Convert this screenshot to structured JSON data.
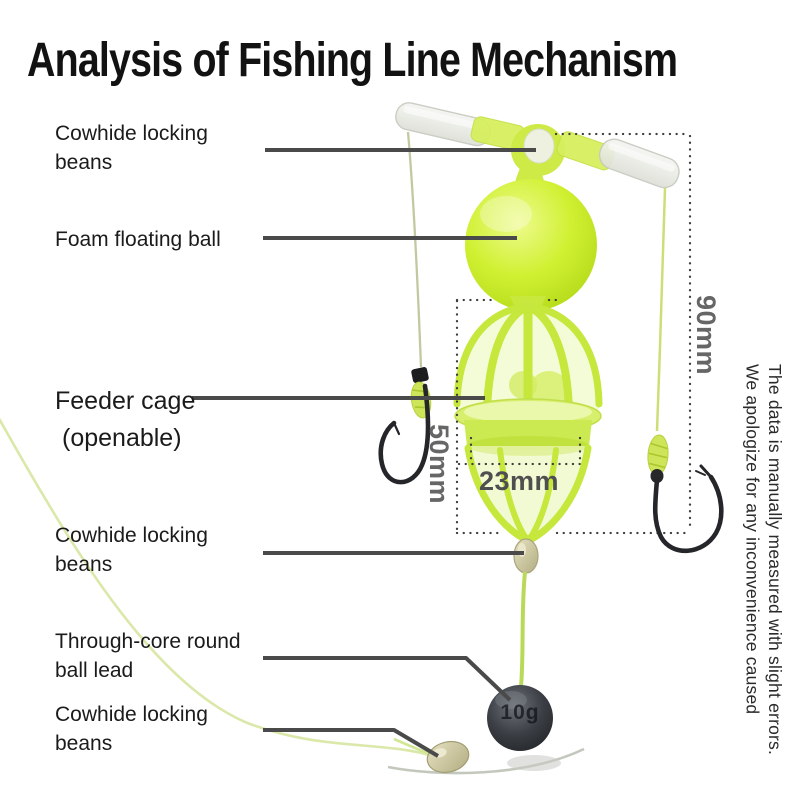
{
  "title": "Analysis of Fishing Line Mechanism",
  "labels": {
    "cowhide_top": {
      "line1": "Cowhide locking",
      "line2": "beans"
    },
    "foam_ball": {
      "line1": "Foam floating ball"
    },
    "feeder_cage": {
      "line1": "Feeder cage",
      "line2": "(openable)"
    },
    "cowhide_middle": {
      "line1": "Cowhide locking",
      "line2": "beans"
    },
    "ball_lead": {
      "line1": "Through-core round",
      "line2": "ball lead"
    },
    "cowhide_bottom": {
      "line1": "Cowhide locking",
      "line2": "beans"
    }
  },
  "measurements": {
    "total_height": "90mm",
    "cage_height": "50mm",
    "cage_width": "23mm"
  },
  "lead_weight": "10g",
  "disclaimer": {
    "line1": "The data is manually measured with slight errors.",
    "line2": "We apologize for any inconvenience caused"
  },
  "colors": {
    "chartreuse": "#cdea46",
    "cage_rib": "#c6e73c",
    "lead_dark": "#2b2e33",
    "leader_line": "#4a4a4a",
    "dotted_line": "#3e3e3e",
    "bean_olive": "#cfcb9c",
    "dimension_text": "#666666"
  }
}
